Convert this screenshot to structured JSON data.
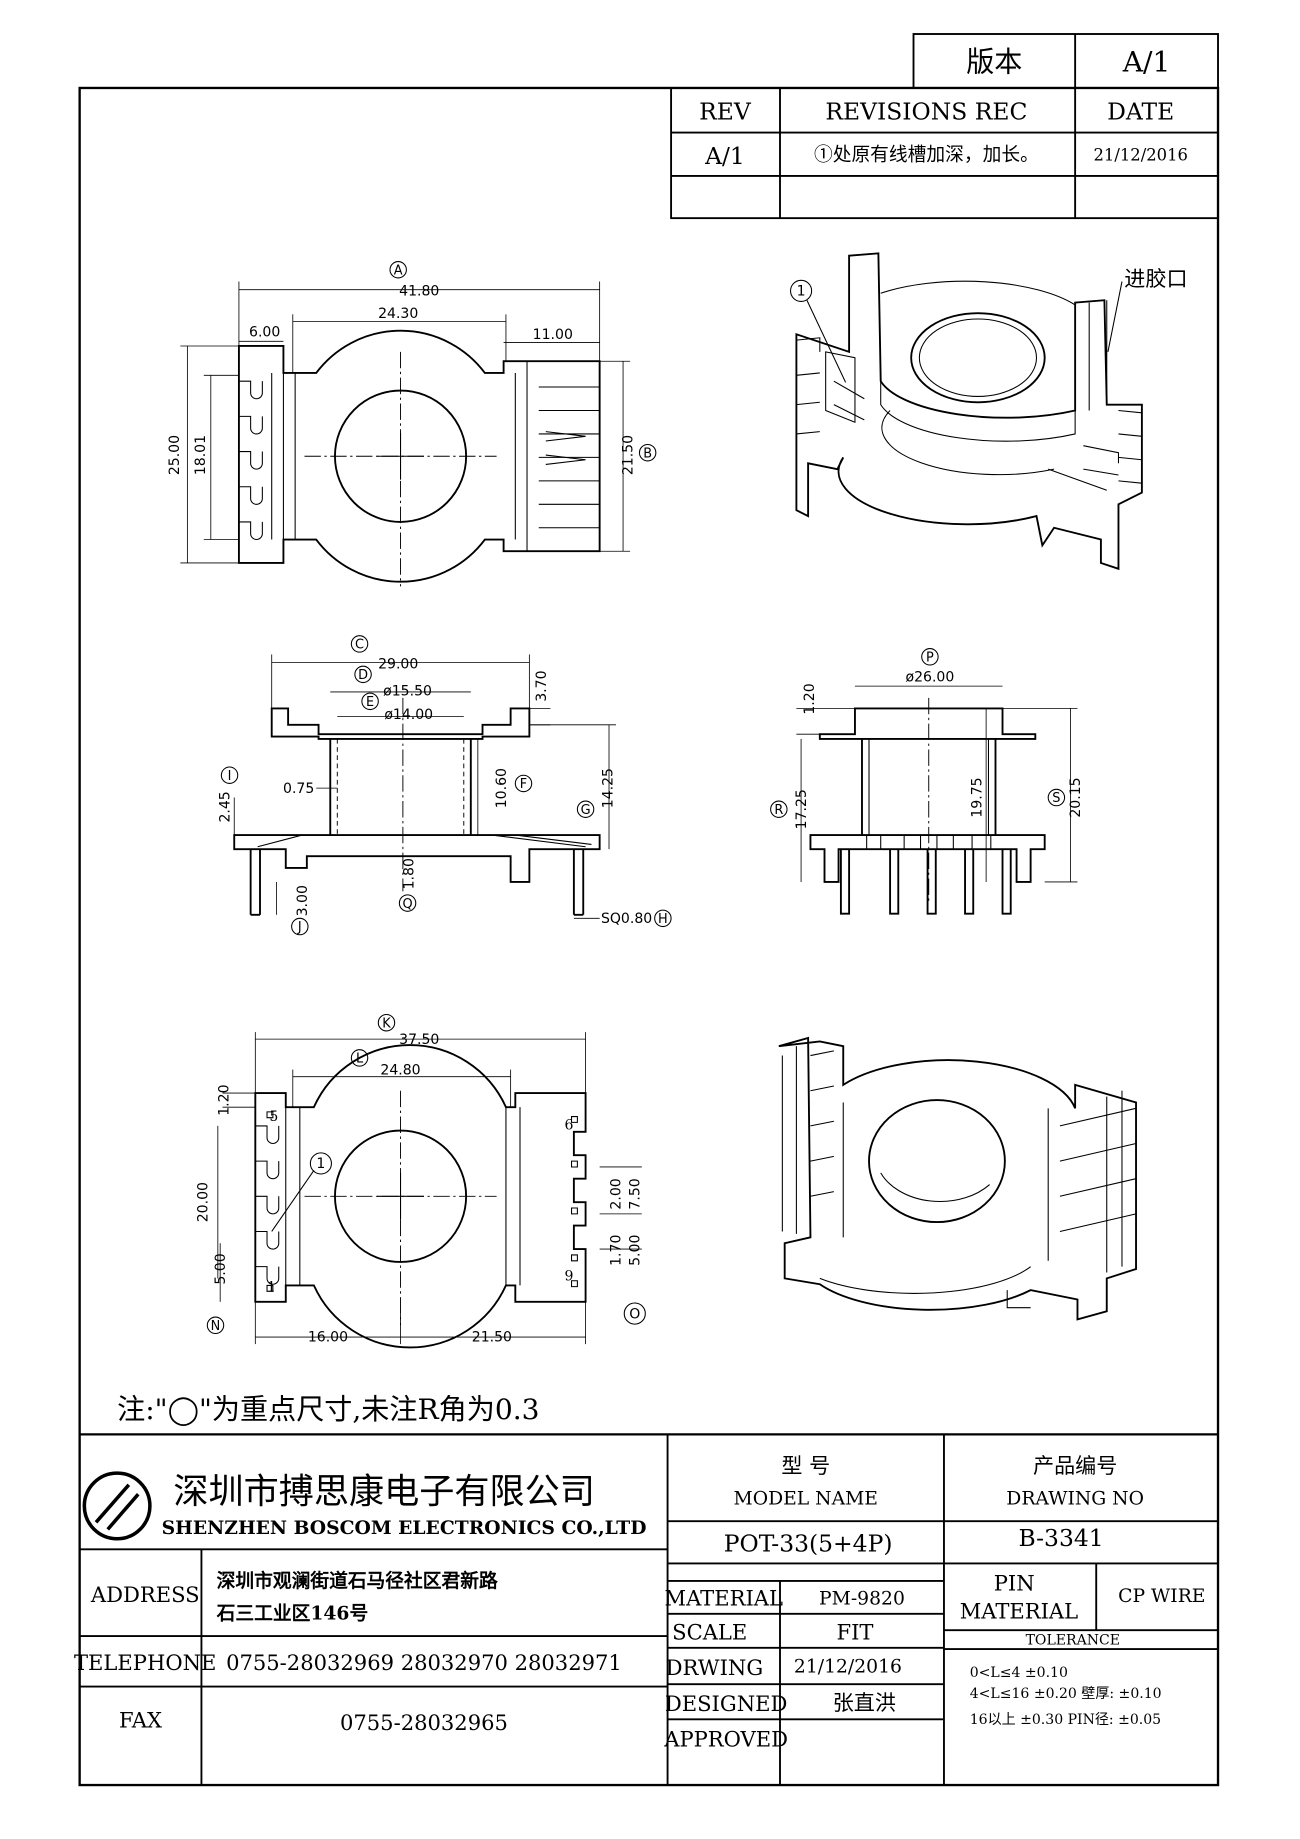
{
  "version_block": {
    "label": "版本",
    "value": "A/1"
  },
  "revision_table": {
    "headers": [
      "REV",
      "REVISIONS REC",
      "DATE"
    ],
    "rows": [
      [
        "A/1",
        "①处原有线槽加深，加长。",
        "21/12/2016"
      ]
    ]
  },
  "views": {
    "top": {
      "dims": {
        "A": "41.80",
        "w_24": "24.30",
        "w_6": "6.00",
        "w_11": "11.00",
        "h_25": "25.00",
        "h_18": "18.01",
        "B": "21.50"
      },
      "circle_labels": [
        "A",
        "B"
      ]
    },
    "iso_top": {
      "gate_label": "进胶口",
      "mark": "1"
    },
    "front": {
      "dims": {
        "C": "29.00",
        "D": "ø15.50",
        "E": "ø14.00",
        "h_370": "3.70",
        "I": "2.45",
        "t_075": "0.75",
        "F": "10.60",
        "G": "14.25",
        "Q": "1.80",
        "J": "3.00",
        "H": "SQ0.80"
      },
      "circle_labels": [
        "C",
        "D",
        "E",
        "I",
        "F",
        "G",
        "Q",
        "J",
        "H"
      ]
    },
    "side": {
      "dims": {
        "P": "ø26.00",
        "h_120": "1.20",
        "R": "17.25",
        "h_1975": "19.75",
        "S": "20.15"
      },
      "circle_labels": [
        "P",
        "R",
        "S"
      ]
    },
    "bottom": {
      "dims": {
        "K": "37.50",
        "L": "24.80",
        "h_120": "1.20",
        "h_20": "20.00",
        "N": "5.00",
        "w_16": "16.00",
        "O": "21.50",
        "p_200": "2.00",
        "p_750": "7.50",
        "p_170": "1.70",
        "p_500": "5.00"
      },
      "pin_numbers": [
        "5",
        "1",
        "6",
        "9"
      ],
      "circle_labels": [
        "K",
        "L",
        "N",
        "O"
      ],
      "mark": "1"
    }
  },
  "note": "注:\"◯\"为重点尺寸,未注R角为0.3",
  "company": {
    "name_cn": "深圳市搏思康电子有限公司",
    "name_en": "SHENZHEN BOSCOM ELECTRONICS CO.,LTD",
    "address_label": "ADDRESS",
    "address_line1": "深圳市观澜街道石马径社区君新路",
    "address_line2": "石三工业区146号",
    "telephone_label": "TELEPHONE",
    "telephone": "0755-28032969 28032970 28032971",
    "fax_label": "FAX",
    "fax": "0755-28032965"
  },
  "model": {
    "label_cn": "型     号",
    "label_en": "MODEL NAME",
    "value": "POT-33(5+4P)"
  },
  "drawing_no": {
    "label_cn": "产品编号",
    "label_en": "DRAWING NO",
    "value": "B-3341"
  },
  "material": {
    "label": "MATERIAL",
    "value": "PM-9820"
  },
  "scale": {
    "label": "SCALE",
    "value": "FIT"
  },
  "drwing": {
    "label": "DRWING",
    "value": "21/12/2016"
  },
  "designed": {
    "label": "DESIGNED",
    "value": "张直洪"
  },
  "approved": {
    "label": "APPROVED",
    "value": ""
  },
  "pin_material": {
    "label_1": "PIN",
    "label_2": "MATERIAL",
    "value": "CP WIRE"
  },
  "tolerance": {
    "label": "TOLERANCE",
    "row1": "0<L≤4  ±0.10",
    "row2": "4<L≤16  ±0.20   壁厚:  ±0.10",
    "row3": "16以上     ±0.30  PIN径: ±0.05"
  }
}
